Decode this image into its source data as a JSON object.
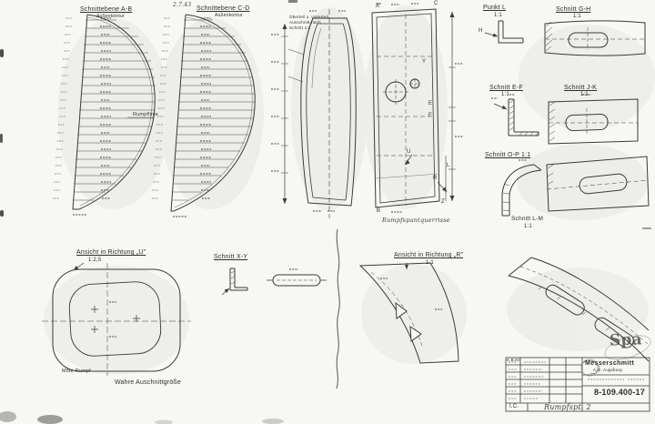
{
  "colors": {
    "ink": "#3a3a3a",
    "faint": "#8a8a8a",
    "paper": "#f7f7f4"
  },
  "header_note": {
    "line1": "Oberteil u. Unterteil",
    "line2": "Ausschnitt nach",
    "line3": "Schnitt 1:1"
  },
  "views": {
    "profile_ab": {
      "title": "Schnittebene A-B",
      "subtitle": "Außenkontur",
      "annotation": "Rumpflinie"
    },
    "profile_cd": {
      "date": "2.7.43",
      "title": "Schnittebene C-D",
      "subtitle": "Außenkontur"
    },
    "panel": {
      "caption": "Rumpfspantquerrisse",
      "letters": {
        "A": "A",
        "B": "B",
        "C": "C",
        "Y": "Y",
        "E": "E",
        "F": "F",
        "U": "U",
        "L": "L",
        "R": "R",
        "Z": "Z"
      }
    },
    "punkt_l": {
      "title": "Punkt L",
      "scale": "1:1",
      "dim_letter": "H"
    },
    "schnitt_gh": {
      "title": "Schnitt G-H",
      "scale": "1:1"
    },
    "schnitt_ef": {
      "title": "Schnitt E-F",
      "scale": "1:1"
    },
    "schnitt_jk": {
      "title": "Schnitt J-K",
      "scale": "1:1"
    },
    "schnitt_op": {
      "title": "Schnitt O-P 1:1"
    },
    "schnitt_lm": {
      "title": "Schnitt L-M",
      "scale": "1:1"
    },
    "ansicht_u": {
      "title": "Ansicht in Richtung „U”",
      "scale": "1:2,5",
      "axis_label": "Mitte Rumpf",
      "caption": "Wahre Auschnittgröße"
    },
    "schnitt_xy": {
      "title": "Schnitt X-Y"
    },
    "ansicht_r": {
      "title": "Ansicht in Richtung „R”",
      "scale": "1:1"
    },
    "stamp_text": "Spa"
  },
  "title_block": {
    "kb": "K.B.Nr.",
    "firm": "Messerschmitt",
    "firm_sub": "A.G. Augsburg",
    "number": "8-109.400-17",
    "corner": "I.C.",
    "handnote": "Rumpfspt. 2"
  }
}
